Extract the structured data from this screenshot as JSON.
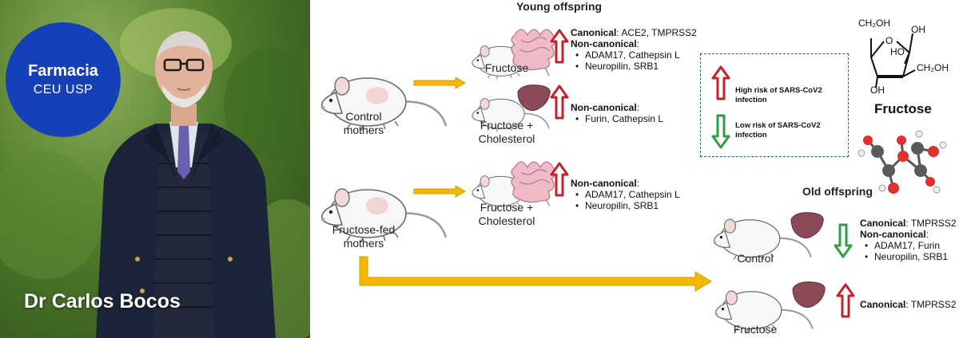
{
  "photo": {
    "logo_line1": "Farmacia",
    "logo_line2": "CEU USP",
    "caption": "Dr Carlos Bocos"
  },
  "diagram": {
    "young_offspring_title": "Young offspring",
    "old_offspring_title": "Old offspring",
    "control_mothers_l1": "Control",
    "control_mothers_l2": "mothers",
    "fructose_mothers_l1": "Fructose-fed",
    "fructose_mothers_l2": "mothers",
    "offspring": [
      {
        "l1": "Fructose",
        "l2": ""
      },
      {
        "l1": "Fructose +",
        "l2": "Cholesterol"
      },
      {
        "l1": "Fructose +",
        "l2": "Cholesterol"
      },
      {
        "l1": "Control",
        "l2": ""
      },
      {
        "l1": "Fructose",
        "l2": ""
      }
    ],
    "notes": {
      "n1_canonical_key": "Canonical",
      "n1_canonical_val": ": ACE2, TMPRSS2",
      "n1_noncanon_key": "Non-canonical",
      "n1_colon": ":",
      "n1_b1": "ADAM17, Cathepsin L",
      "n1_b2": "Neuropilin, SRB1",
      "n2_noncanon_key": "Non-canonical",
      "n2_colon": ":",
      "n2_b1": "Furin, Cathepsin L",
      "n3_noncanon_key": "Non-canonical",
      "n3_colon": ":",
      "n3_b1": "ADAM17, Cathepsin L",
      "n3_b2": "Neuropilin, SRB1",
      "n4_canonical_key": "Canonical",
      "n4_canonical_val": ": TMPRSS2",
      "n4_noncanon_key": "Non-canonical",
      "n4_colon": ":",
      "n4_b1": "ADAM17, Furin",
      "n4_b2": "Neuropilin, SRB1",
      "n5_canonical_key": "Canonical",
      "n5_canonical_val": ": TMPRSS2",
      "bullet": "•"
    },
    "legend": {
      "high_l1": "High risk of SARS-CoV2",
      "high_l2": "infection",
      "low_l1": "Low risk of SARS-CoV2",
      "low_l2": "infection"
    },
    "fructose": {
      "title": "Fructose",
      "ch2oh_top": "CH₂OH",
      "oh_right_top": "OH",
      "o_ring": "O",
      "ho_mid": "HO",
      "ch2oh_right": "CH₂OH",
      "oh_bottom": "OH"
    }
  },
  "colors": {
    "up_arrow": "#c8202a",
    "down_arrow": "#2e9e48",
    "flow_arrow": "#f5b800",
    "logo_blue": "#1540b8",
    "legend_border": "#2f5e5e"
  }
}
